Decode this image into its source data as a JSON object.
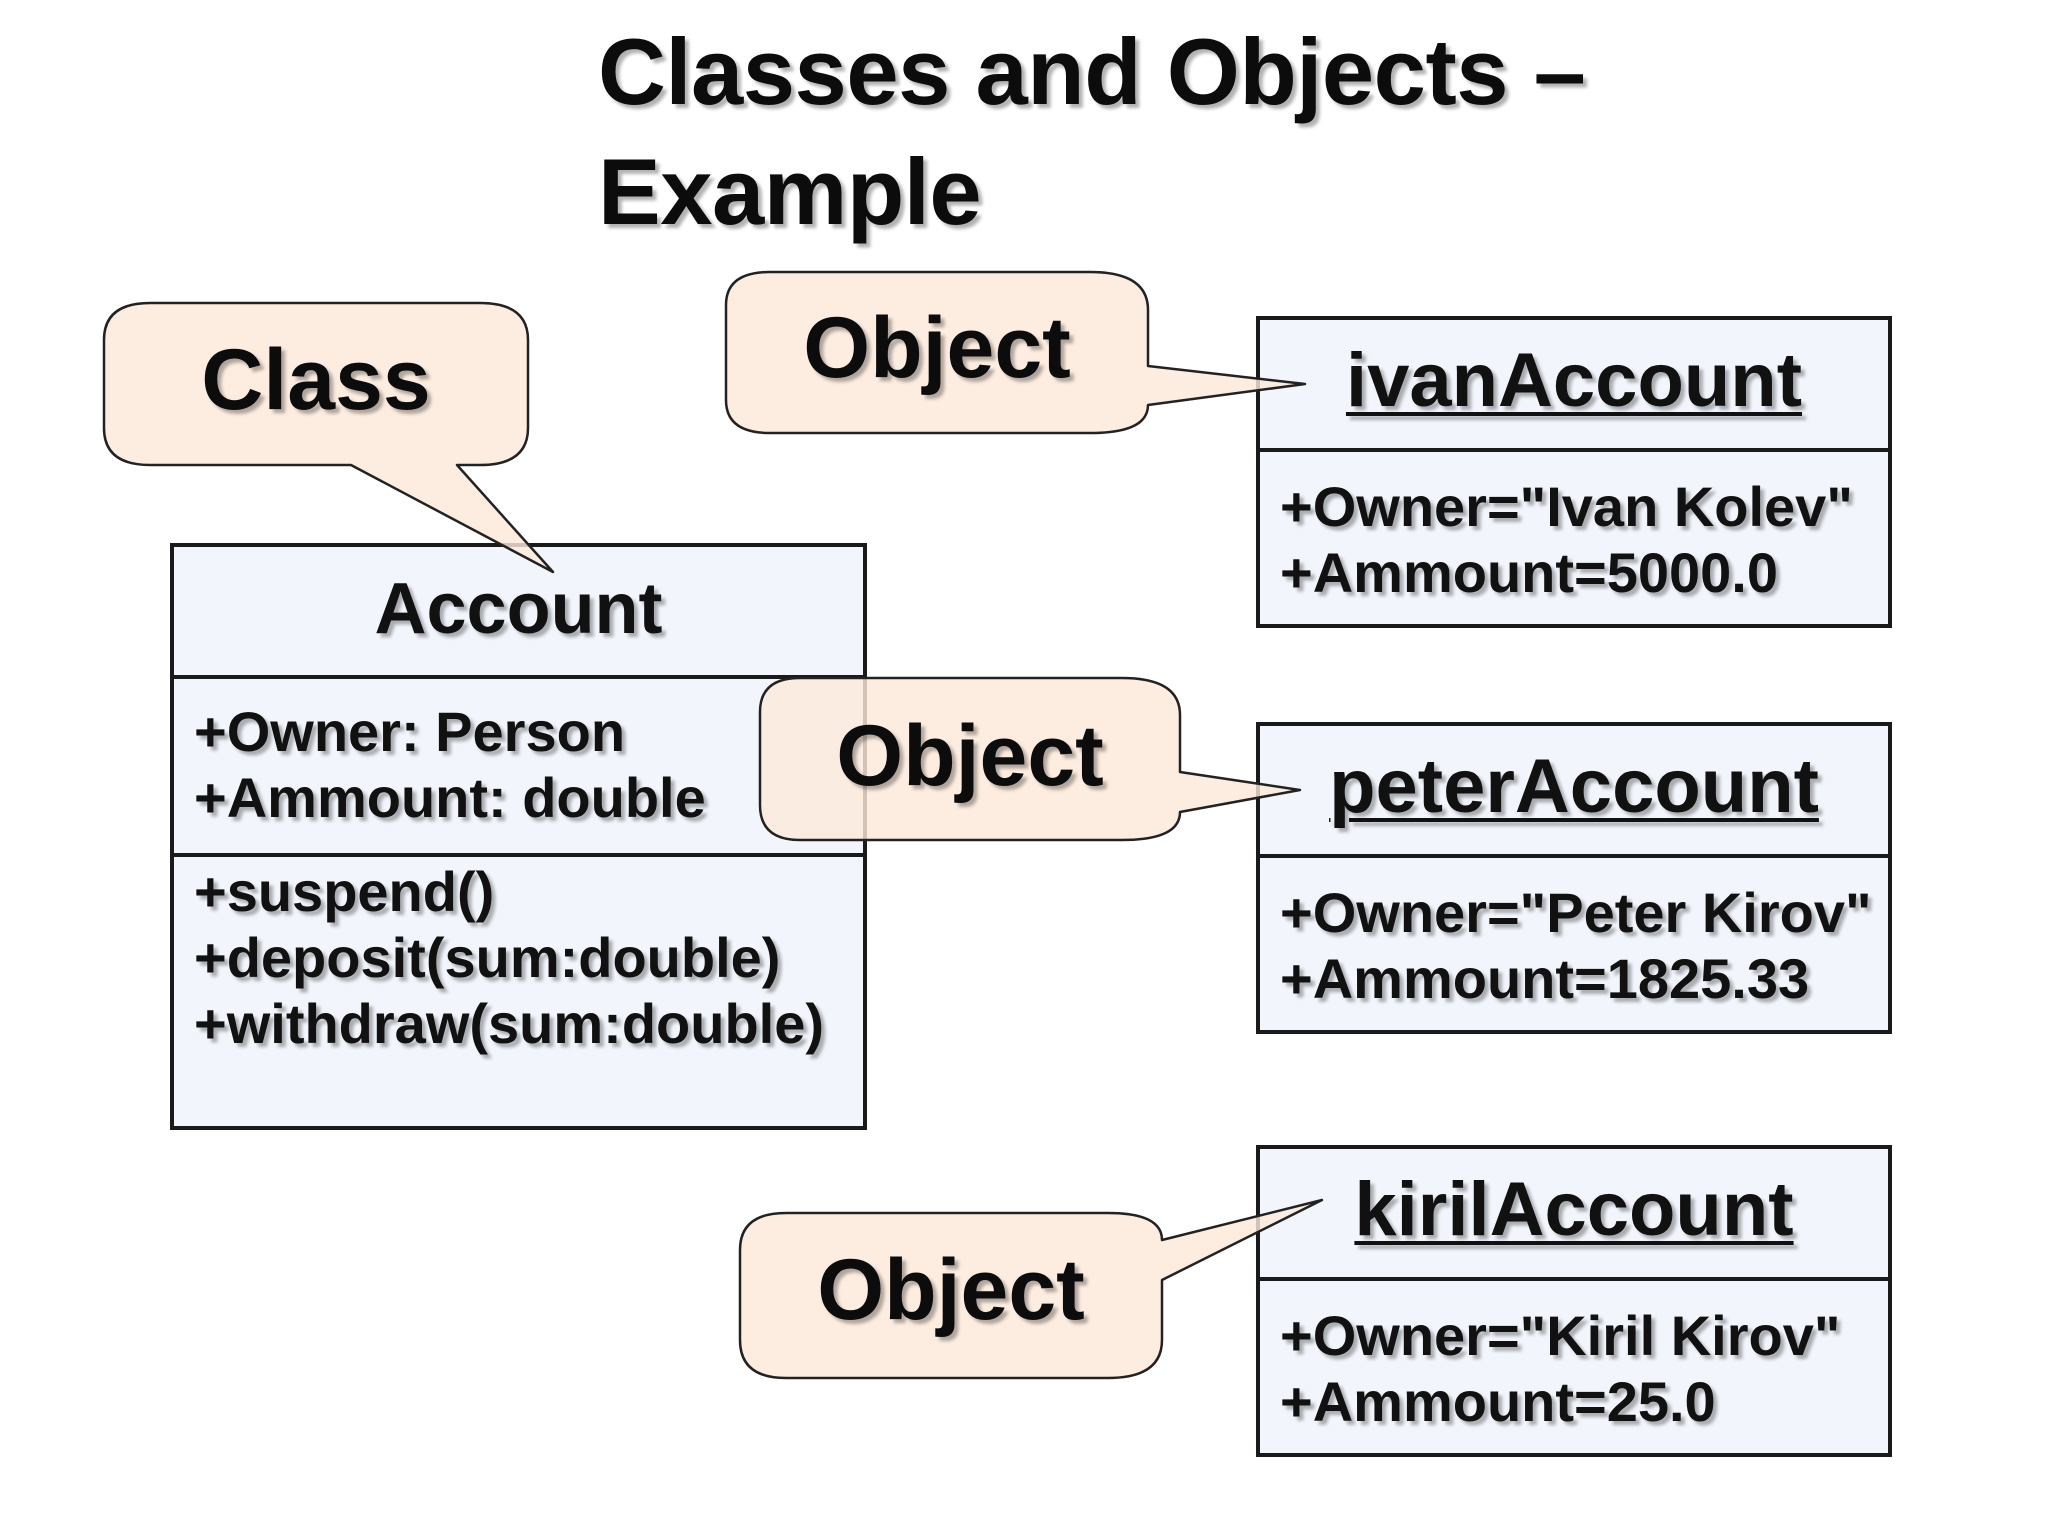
{
  "title": {
    "line1": "Classes and Objects –",
    "line2": "Example"
  },
  "colors": {
    "box_fill": "#f2f6fc",
    "bubble_fill": "#fde9da",
    "border": "#1a1a1a",
    "text": "#111111"
  },
  "callouts": {
    "class_label": "Class",
    "object_label_1": "Object",
    "object_label_2": "Object",
    "object_label_3": "Object"
  },
  "class_box": {
    "name": "Account",
    "attributes": [
      "+Owner: Person",
      "+Ammount: double"
    ],
    "methods": [
      "+suspend()",
      "+deposit(sum:double)",
      "+withdraw(sum:double)"
    ]
  },
  "objects": [
    {
      "name": "ivanAccount",
      "fields": [
        "+Owner=\"Ivan Kolev\"",
        "+Ammount=5000.0"
      ]
    },
    {
      "name": "peterAccount",
      "fields": [
        "+Owner=\"Peter Kirov\"",
        "+Ammount=1825.33"
      ]
    },
    {
      "name": "kirilAccount",
      "fields": [
        "+Owner=\"Kiril Kirov\"",
        "+Ammount=25.0"
      ]
    }
  ]
}
